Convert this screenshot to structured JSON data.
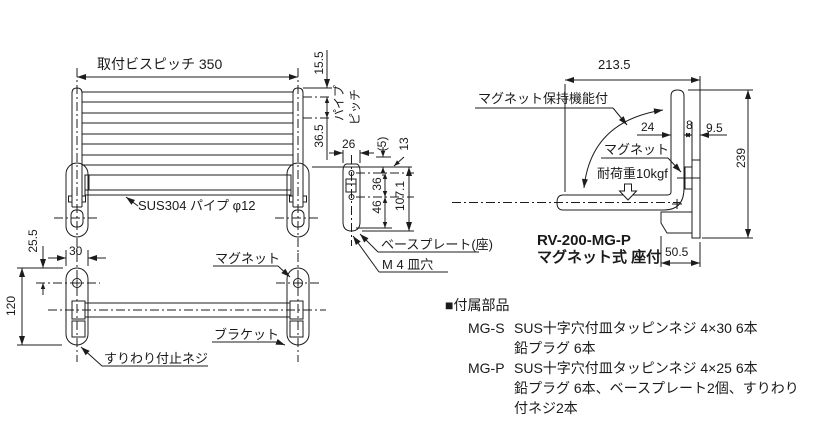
{
  "front_view": {
    "dim_screw_pitch": "取付ビスピッチ  350",
    "dim_top_offset": "15.5",
    "pipe_pitch_word_1": "パイプ",
    "pipe_pitch_word_2": "ピッチ",
    "dim_pipe_pitch": "36.5",
    "pipe_spec_label": "SUS304 パイプ φ12"
  },
  "bracket_side_view": {
    "dim_width": "26",
    "dim_offset_ref": "(5)",
    "dim_13": "13",
    "dim_36": "36",
    "dim_46": "46",
    "dim_height": "107.1",
    "base_plate_label": "ベースプレート(座)",
    "screw_hole_label": "M 4 皿穴"
  },
  "top_view": {
    "dim_25_5": "25.5",
    "dim_30": "30",
    "dim_120": "120",
    "magnet_label": "マグネット",
    "bracket_label": "ブラケット",
    "slotted_set_screw_label": "すりわり付止ネジ"
  },
  "right_side_view": {
    "dim_depth": "213.5",
    "magnet_hold_label": "マグネット保持機能付",
    "dim_24": "24",
    "dim_8": "8",
    "dim_9_5": "9.5",
    "magnet_label": "マグネット",
    "load_rating_label": "耐荷重10kgf",
    "dim_height": "239",
    "dim_base_depth": "50.5",
    "model_number": "RV-200-MG-P",
    "model_type": "マグネット式 座付"
  },
  "accessories": {
    "title": "■付属部品",
    "items": [
      {
        "code": "MG-S",
        "lines": [
          "SUS十字穴付皿タッピンネジ 4×30 6本",
          "鉛プラグ 6本"
        ]
      },
      {
        "code": "MG-P",
        "lines": [
          "SUS十字穴付皿タッピンネジ 4×25 6本",
          "鉛プラグ 6本、ベースプレート2個、すりわり",
          "付ネジ2本"
        ]
      }
    ]
  }
}
